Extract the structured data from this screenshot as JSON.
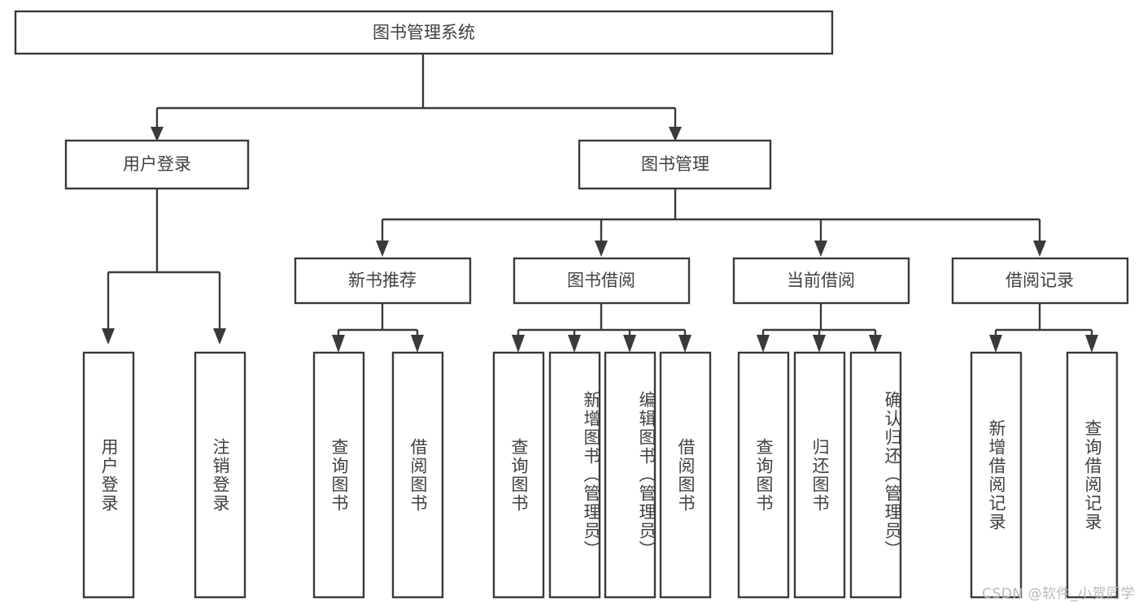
{
  "diagram": {
    "title": "图书管理系统",
    "type": "hierarchy-tree",
    "watermark": "CSDN @软件_小贺同学",
    "colors": {
      "stroke": "#3a3a3a",
      "text": "#404040",
      "background": "#ffffff",
      "watermark": "#b9b9b9"
    },
    "levels": {
      "root": {
        "label": "图书管理系统"
      },
      "level2": [
        {
          "label": "用户登录"
        },
        {
          "label": "图书管理"
        }
      ],
      "level3": [
        {
          "label": "新书推荐"
        },
        {
          "label": "图书借阅"
        },
        {
          "label": "当前借阅"
        },
        {
          "label": "借阅记录"
        }
      ],
      "leaves": [
        {
          "label": "用户登录",
          "parent": "用户登录"
        },
        {
          "label": "注销登录",
          "parent": "用户登录"
        },
        {
          "label": "查询图书",
          "parent": "新书推荐"
        },
        {
          "label": "借阅图书",
          "parent": "新书推荐"
        },
        {
          "label": "查询图书",
          "parent": "图书借阅"
        },
        {
          "label": "新增图书（管理员）",
          "parent": "图书借阅"
        },
        {
          "label": "编辑图书（管理员）",
          "parent": "图书借阅"
        },
        {
          "label": "借阅图书",
          "parent": "图书借阅"
        },
        {
          "label": "查询图书",
          "parent": "当前借阅"
        },
        {
          "label": "归还图书",
          "parent": "当前借阅"
        },
        {
          "label": "确认归还（管理员）",
          "parent": "当前借阅"
        },
        {
          "label": "新增借阅记录",
          "parent": "借阅记录"
        },
        {
          "label": "查询借阅记录",
          "parent": "借阅记录"
        }
      ]
    }
  }
}
